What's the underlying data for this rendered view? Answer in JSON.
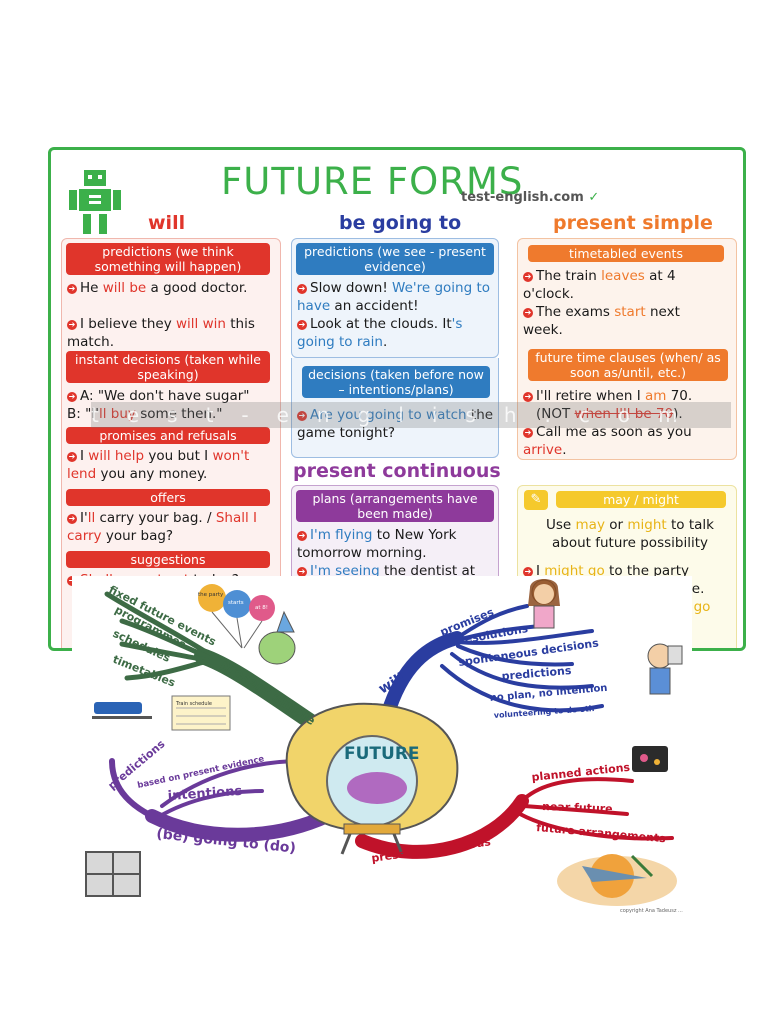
{
  "poster": {
    "title": "FUTURE FORMS",
    "site": "test-english.com",
    "watermark": "test-english.com",
    "columns": {
      "will": {
        "heading": "will",
        "predictions_label": "predictions (we think something will happen)",
        "pred_1a": "He ",
        "pred_1b": "will be",
        "pred_1c": " a good doctor.",
        "pred_2a": "I believe they ",
        "pred_2b": "will win",
        "pred_2c": " this match.",
        "instant_label": "instant decisions (taken while speaking)",
        "instant_1": "A: \"We don't have sugar\"",
        "instant_2a": "B: \"I'",
        "instant_2b": "ll buy",
        "instant_2c": " some then.\"",
        "promises_label": "promises and refusals",
        "prom_1a": "I ",
        "prom_1b": "will help",
        "prom_1c": " you but I ",
        "prom_1d": "won't lend",
        "prom_1e": " you any money.",
        "offers_label": "offers",
        "off_1a": "I'",
        "off_1b": "ll",
        "off_1c": " carry your bag. / ",
        "off_1d": "Shall I carry",
        "off_1e": " your bag?",
        "suggestions_label": "suggestions",
        "sug_1a": "Shall",
        "sug_1b": " we ",
        "sug_1c": "eat out",
        "sug_1d": " today?"
      },
      "going": {
        "heading": "be going to",
        "evidence_label": "predictions (we see - present evidence)",
        "ev_1a": "Slow down! ",
        "ev_1b": "We're going to have",
        "ev_1c": " an accident!",
        "ev_2a": "Look at the clouds. It",
        "ev_2b": "'s going to rain",
        "ev_2c": ".",
        "decisions_label": "decisions (taken before now – intentions/plans)",
        "dec_1a": "Are you going to watch",
        "dec_1b": " the game tonight?"
      },
      "simple": {
        "heading": "present simple",
        "timetabled_label": "timetabled events",
        "tt_1a": "The train ",
        "tt_1b": "leaves",
        "tt_1c": " at 4 o'clock.",
        "tt_2a": "The exams ",
        "tt_2b": "start",
        "tt_2c": " next week.",
        "clauses_label": "future time clauses (when/ as soon as/until, etc.)",
        "cl_1a": "I'll retire when I ",
        "cl_1b": "am",
        "cl_1c": " 70.",
        "cl_2a": "(NOT ",
        "cl_2b": "when I'll be 70",
        "cl_2c": ").",
        "cl_3a": "Call me as soon as you ",
        "cl_3b": "arrive",
        "cl_3c": "."
      },
      "continuous": {
        "heading": "present continuous",
        "plans_label": "plans (arrangements have been made)",
        "pl_1a": "I'm flying",
        "pl_1b": " to New York tomorrow morning.",
        "pl_2a": "I'm seeing",
        "pl_2b": " the dentist at"
      },
      "may": {
        "label": "may / might",
        "text_a": "Use ",
        "text_b": "may",
        "text_c": " or ",
        "text_d": "might",
        "text_e": " to talk about future possibility",
        "ex_1a": "I ",
        "ex_1b": "might go",
        "ex_1c": " to the party",
        "ex_2": "ure.",
        "ex_3": "t go"
      }
    }
  },
  "mindmap": {
    "center": "FUTURE",
    "branches": {
      "present_simple": {
        "label": "present simple",
        "items": [
          "fixed future events",
          "programmes",
          "schedules",
          "timetables"
        ],
        "sticker_texts": [
          "the party",
          "starts",
          "at 8!"
        ],
        "timetable_label": "Train schedule"
      },
      "will": {
        "label": "will",
        "items": [
          "promises",
          "resolutions",
          "spontaneous decisions",
          "predictions",
          "no plan, no intention",
          "volunteering to do sth"
        ]
      },
      "going_to": {
        "label": "(be) going to (do)",
        "items": [
          "predictions",
          "based on present evidence",
          "intentions"
        ]
      },
      "present_continuous": {
        "label": "present continuous",
        "items": [
          "planned actions",
          "near future",
          "future arrangements"
        ]
      }
    },
    "copyright": "copyright  Ana Tadeusz ..."
  },
  "colors": {
    "green": "#3cb04a",
    "red": "#e0352b",
    "blue": "#2f7cc0",
    "orange": "#ef7a2d",
    "purple": "#8e3a9b",
    "yellow": "#f5c92c",
    "mm_green": "#3d6b45",
    "mm_blue": "#2a3da0",
    "mm_purple": "#6a3a9a",
    "mm_red": "#c0122a"
  }
}
